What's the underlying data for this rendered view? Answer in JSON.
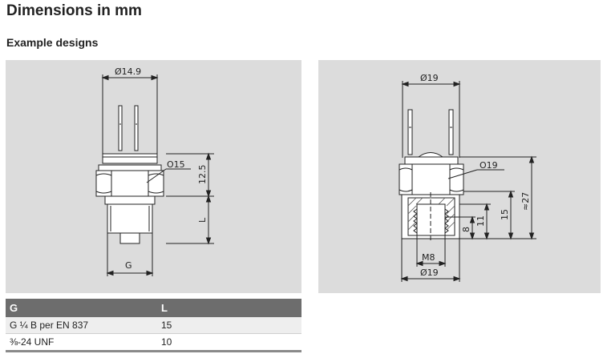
{
  "header": {
    "title": "Dimensions in mm",
    "subtitle": "Example designs"
  },
  "left_drawing": {
    "dim_top": "Ø14.9",
    "dim_hex": "O15",
    "dim_height": "12.5",
    "dim_L": "L",
    "dim_G": "G"
  },
  "right_drawing": {
    "dim_top": "Ø19",
    "dim_hex": "O19",
    "dim_total": "≈27",
    "dim_15": "15",
    "dim_11": "11",
    "dim_8": "8",
    "dim_thread": "M8",
    "dim_bottom": "Ø19"
  },
  "table": {
    "headers": [
      "G",
      "L"
    ],
    "rows": [
      [
        "G ¼ B per EN 837",
        "15"
      ],
      [
        "⅜-24 UNF",
        "10"
      ]
    ]
  }
}
